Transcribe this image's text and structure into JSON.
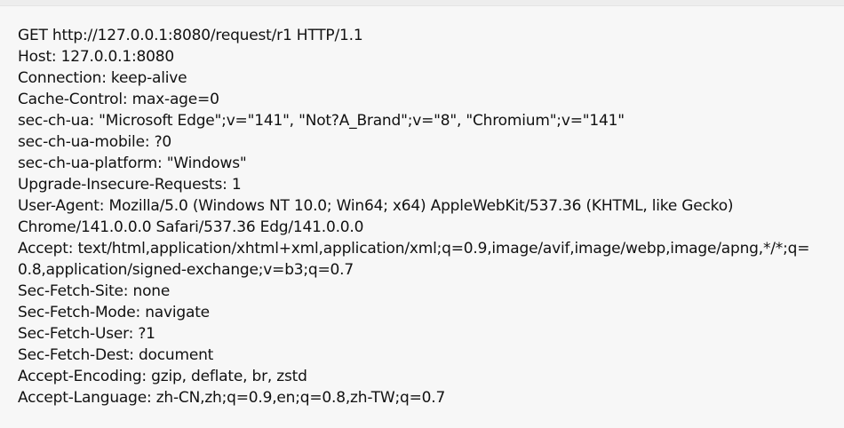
{
  "request": {
    "lines": [
      "GET http://127.0.0.1:8080/request/r1 HTTP/1.1",
      "Host: 127.0.0.1:8080",
      "Connection: keep-alive",
      "Cache-Control: max-age=0",
      "sec-ch-ua: \"Microsoft Edge\";v=\"141\", \"Not?A_Brand\";v=\"8\", \"Chromium\";v=\"141\"",
      "sec-ch-ua-mobile: ?0",
      "sec-ch-ua-platform: \"Windows\"",
      "Upgrade-Insecure-Requests: 1",
      "User-Agent: Mozilla/5.0 (Windows NT 10.0; Win64; x64) AppleWebKit/537.36 (KHTML, like Gecko)",
      "Chrome/141.0.0.0 Safari/537.36 Edg/141.0.0.0",
      "Accept: text/html,application/xhtml+xml,application/xml;q=0.9,image/avif,image/webp,image/apng,*/*;q=",
      "0.8,application/signed-exchange;v=b3;q=0.7",
      "Sec-Fetch-Site: none",
      "Sec-Fetch-Mode: navigate",
      "Sec-Fetch-User: ?1",
      "Sec-Fetch-Dest: document",
      "Accept-Encoding: gzip, deflate, br, zstd",
      "Accept-Language: zh-CN,zh;q=0.9,en;q=0.8,zh-TW;q=0.7"
    ]
  },
  "colors": {
    "background": "#f7f7f7",
    "text": "#111111"
  }
}
